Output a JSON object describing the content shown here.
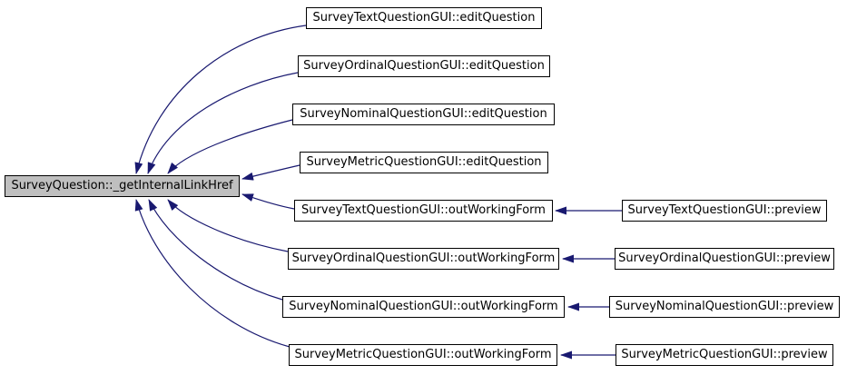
{
  "graph": {
    "type": "call-graph",
    "colors": {
      "edge": "#191970",
      "focus_fill": "#bfbfbf",
      "node_fill": "#ffffff",
      "node_border": "#000000",
      "background": "#ffffff"
    },
    "focus": {
      "label": "SurveyQuestion::_getInternalLinkHref"
    },
    "callers": [
      {
        "label": "SurveyTextQuestionGUI::editQuestion"
      },
      {
        "label": "SurveyOrdinalQuestionGUI::editQuestion"
      },
      {
        "label": "SurveyNominalQuestionGUI::editQuestion"
      },
      {
        "label": "SurveyMetricQuestionGUI::editQuestion"
      },
      {
        "label": "SurveyTextQuestionGUI::outWorkingForm"
      },
      {
        "label": "SurveyOrdinalQuestionGUI::outWorkingForm"
      },
      {
        "label": "SurveyNominalQuestionGUI::outWorkingForm"
      },
      {
        "label": "SurveyMetricQuestionGUI::outWorkingForm"
      }
    ],
    "second_level_callers": [
      {
        "label": "SurveyTextQuestionGUI::preview",
        "calls": "SurveyTextQuestionGUI::outWorkingForm"
      },
      {
        "label": "SurveyOrdinalQuestionGUI::preview",
        "calls": "SurveyOrdinalQuestionGUI::outWorkingForm"
      },
      {
        "label": "SurveyNominalQuestionGUI::preview",
        "calls": "SurveyNominalQuestionGUI::outWorkingForm"
      },
      {
        "label": "SurveyMetricQuestionGUI::preview",
        "calls": "SurveyMetricQuestionGUI::outWorkingForm"
      }
    ]
  }
}
